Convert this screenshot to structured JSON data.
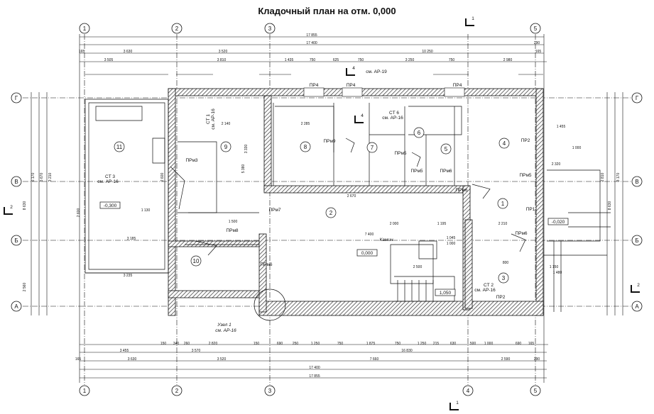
{
  "title": "Кладочный план на отм. 0,000",
  "axes_columns_top": [
    "1",
    "2",
    "3",
    "5"
  ],
  "axes_columns_bottom": [
    "1",
    "2",
    "3",
    "4",
    "5"
  ],
  "axes_rows": [
    "Г",
    "В",
    "Б",
    "А"
  ],
  "rooms": [
    "1",
    "2",
    "3",
    "4",
    "5",
    "6",
    "7",
    "8",
    "9",
    "10",
    "11"
  ],
  "elevations": [
    "-0,300",
    "0,000",
    "-0,020",
    "1,050"
  ],
  "door_labels": [
    "ПР4",
    "ПР4",
    "ПР4",
    "ПР2",
    "ПР1",
    "ПР2",
    "ПРм3",
    "ПРм9",
    "ПРм5",
    "ПРм5",
    "ПРм6",
    "ПРм7",
    "ПРм8",
    "ПРм6",
    "ПРм6",
    "ПРм6",
    "ПРм5"
  ],
  "wall_tags": [
    "CT 1",
    "см. АР-16",
    "CT 6",
    "см. АР-16",
    "CT 3",
    "см. АР-16",
    "CT 2",
    "см. АР-16"
  ],
  "notes": {
    "fireplace": "Камин",
    "node": "Узел 1",
    "node_ref": "см. АР-16",
    "section_ref": "см. АР-19"
  },
  "sections": [
    "1",
    "1",
    "2",
    "2",
    "4",
    "4"
  ],
  "dims_top": [
    "17 855",
    "17 400",
    "3 630",
    "3 520",
    "10 250",
    "3 505",
    "3 810",
    "1 435",
    "750",
    "625",
    "750",
    "3 250",
    "750",
    "2 980",
    "290",
    "165",
    "165"
  ],
  "dims_bottom": [
    "3 455",
    "3 570",
    "16 830",
    "3 630",
    "3 520",
    "7 660",
    "2 590",
    "17 400",
    "17 855",
    "150",
    "340",
    "260",
    "2 820",
    "150",
    "690",
    "250",
    "1 250",
    "750",
    "1 875",
    "750",
    "1 250",
    "215",
    "630",
    "500",
    "1 000",
    "690",
    "165",
    "290",
    "165"
  ],
  "dims_inner": [
    "2 140",
    "5 380",
    "2 285",
    "2 670",
    "7 400",
    "2 000",
    "1 195",
    "2 210",
    "1 045",
    "1 000",
    "800",
    "2 500",
    "1 150",
    "1 480",
    "3 235",
    "3 185",
    "1 500",
    "1 130",
    "2 600",
    "3 330",
    "2 600",
    "8 630",
    "6 170",
    "5 670",
    "3 210",
    "2 560",
    "8 630",
    "3 170",
    "2 810",
    "1 000",
    "1 455",
    "2 320"
  ],
  "colors": {
    "line": "#111111",
    "hatch": "#333333",
    "background": "#ffffff"
  }
}
